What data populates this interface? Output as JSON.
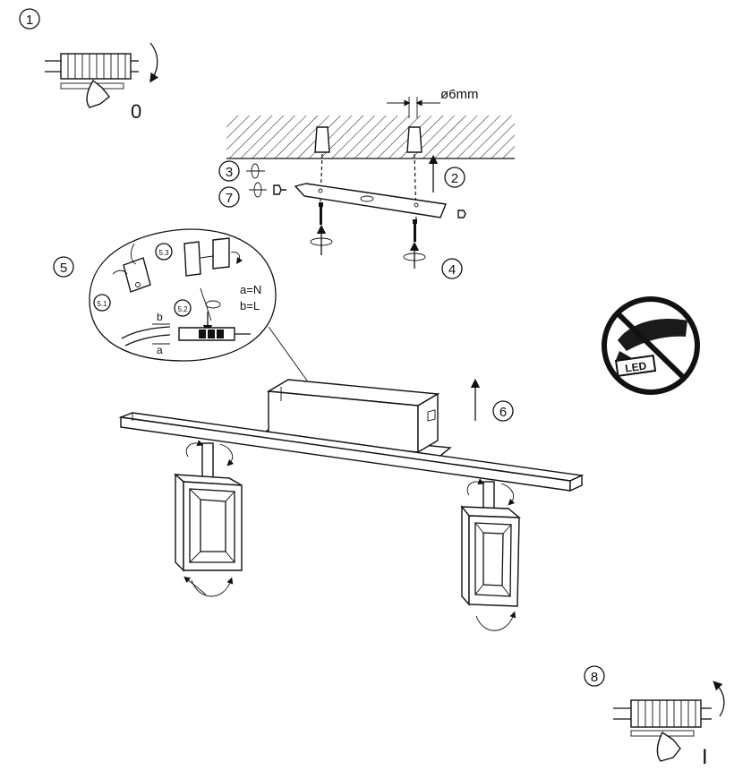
{
  "steps": {
    "s1": "1",
    "s2": "2",
    "s3": "3",
    "s4": "4",
    "s5": "5",
    "s6": "6",
    "s7": "7",
    "s8": "8"
  },
  "switch_off_label": "0",
  "switch_on_label": "I",
  "drill_diameter": "ø6mm",
  "substeps": {
    "a": "5.1",
    "b": "5.2",
    "c": "5.3"
  },
  "wire_legend": {
    "n": "a=N",
    "l": "b=L"
  },
  "wire_letters": {
    "a": "a",
    "b": "b"
  },
  "led_badge": "LED",
  "colors": {
    "line": "#111111",
    "background": "#ffffff",
    "badge": "#1a1a1a"
  }
}
